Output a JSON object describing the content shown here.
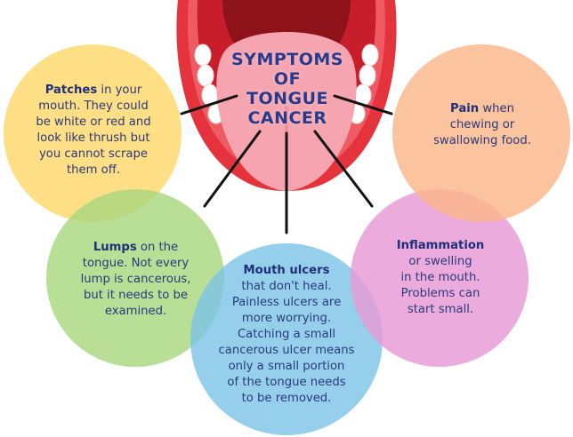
{
  "title": {
    "line1": "SYMPTOMS",
    "line2": "OF",
    "line3": "TONGUE",
    "line4": "CANCER"
  },
  "colors": {
    "mouth_outer": "#e5333d",
    "mouth_inner": "#c81e2b",
    "tongue": "#f6a5b0",
    "teeth": "#ffffff",
    "patches_circle": "#ffd86b",
    "lumps_circle": "#a9d77f",
    "ulcers_circle": "#7ec4e6",
    "inflammation_circle": "#e69ad6",
    "pain_circle": "#fbb68a",
    "connector_lines": "#111111",
    "text": "#1f2f78"
  },
  "symptoms": {
    "patches": {
      "heading": "Patches",
      "lines": [
        " in your",
        "mouth. They could",
        "be white or red and",
        "look like thrush but",
        "you cannot scrape",
        "them off."
      ]
    },
    "lumps": {
      "heading": "Lumps",
      "lines": [
        " on the",
        "tongue. Not every",
        "lump is cancerous,",
        "but it needs to be",
        "examined."
      ]
    },
    "ulcers": {
      "heading": "Mouth ulcers",
      "lines": [
        "that don't heal.",
        "Painless ulcers are",
        "more worrying.",
        "Catching a small",
        "cancerous ulcer means",
        "only a small portion",
        "of the tongue needs",
        "to be removed."
      ]
    },
    "inflammation": {
      "heading": "Inflammation",
      "lines": [
        "or swelling",
        "in the mouth.",
        "Problems can",
        "start small."
      ]
    },
    "pain": {
      "heading": "Pain",
      "lines": [
        " when",
        "chewing or",
        "swallowing food."
      ]
    }
  }
}
